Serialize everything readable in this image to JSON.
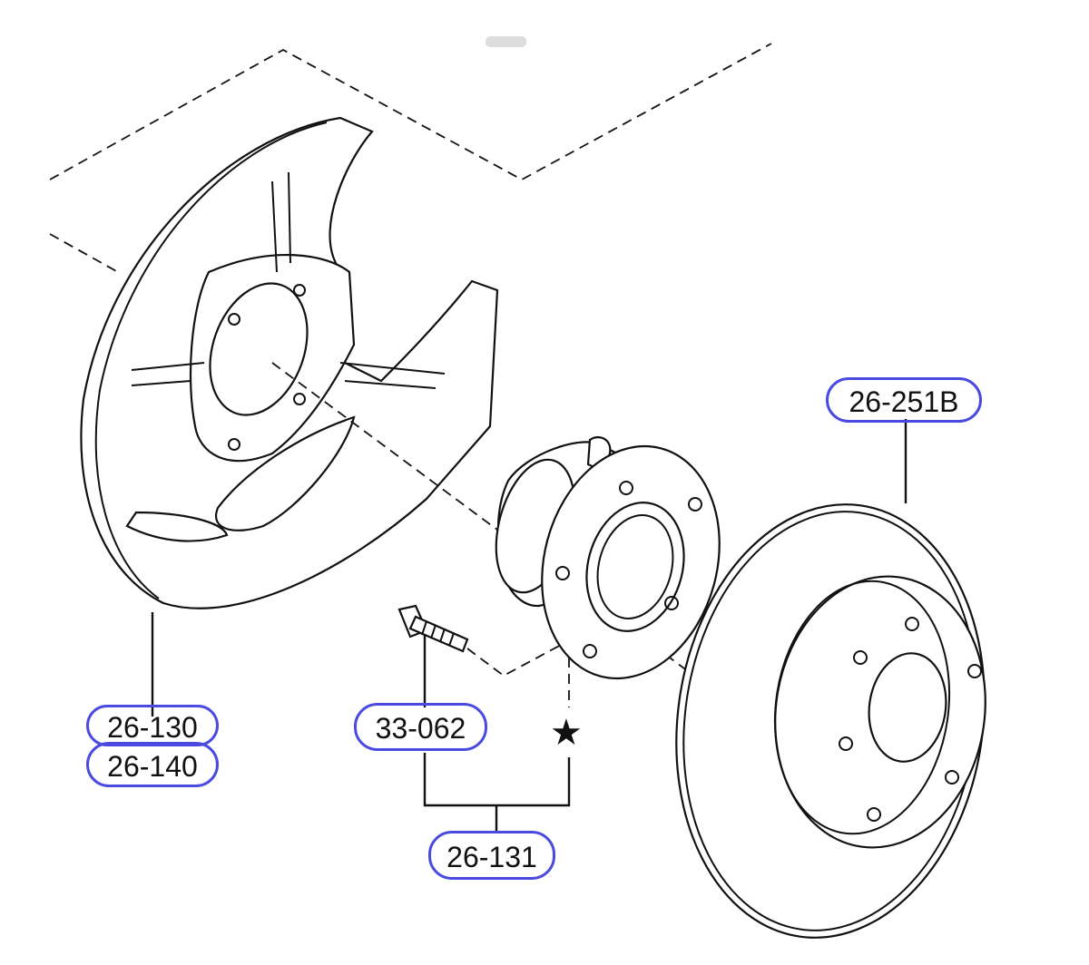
{
  "diagram": {
    "callouts": [
      {
        "id": "shield-upper",
        "label": "26-130"
      },
      {
        "id": "shield-lower",
        "label": "26-140"
      },
      {
        "id": "hub-bolt",
        "label": "33-062"
      },
      {
        "id": "hub-assembly",
        "label": "26-131"
      },
      {
        "id": "brake-disc",
        "label": "26-251B"
      }
    ],
    "star_symbol": "★",
    "accent_color": "#4a4ae0"
  }
}
